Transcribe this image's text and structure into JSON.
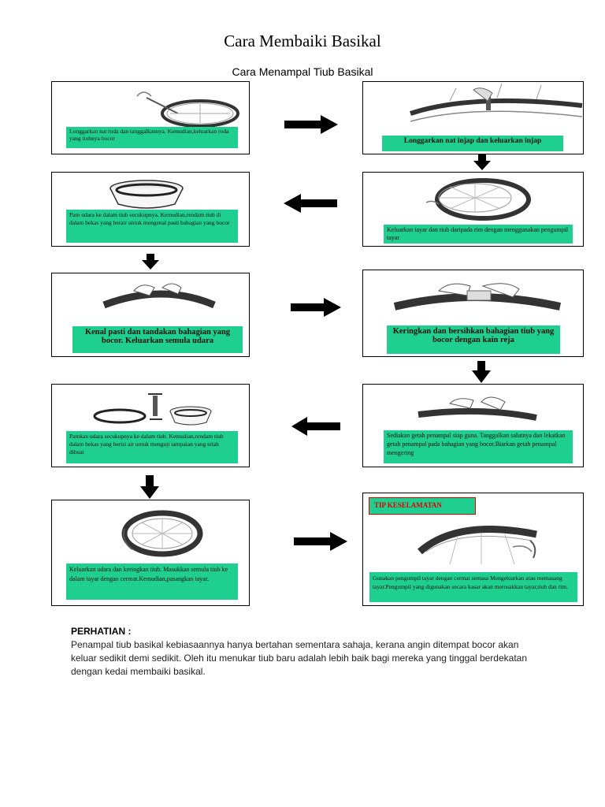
{
  "page": {
    "title": "Cara Membaiki Basikal",
    "subtitle": "Cara Menampal Tiub Basikal"
  },
  "steps": [
    {
      "caption": "Longgarkan nat roda dan tanggalkannya. Kemudian,keluarkan roda yang tiubnya bocor",
      "illustration": "wheel-icon"
    },
    {
      "caption": "Longgarkan nat injap dan keluarkan injap",
      "illustration": "valve-icon"
    },
    {
      "caption": "Keluarkan tayar dan tiub daripada rim dengan menggunakan pengumpil tayar",
      "illustration": "tyre-lever-icon"
    },
    {
      "caption": "Pam udara ke dalam tiub secukupnya. Kemudian,rendam tiub di dalam bekas yang berair untuk mengenal pasti bahagian yang bocor",
      "illustration": "basin-icon"
    },
    {
      "caption": "Kenal pasti dan tandakan bahagian yang bocor. Keluarkan semula udara",
      "illustration": "mark-leak-icon"
    },
    {
      "caption": "Keringkan dan bersihkan bahagian tiub yang bocor dengan kain reja",
      "illustration": "clean-tube-icon"
    },
    {
      "caption": "Sediakan getah penampal siap guna. Tanggalkan salutnya dan lekatkan getah penampal pada bahagian yang bocor.Biarkan getah penampal mengering",
      "illustration": "patch-icon"
    },
    {
      "caption": "Pamkan udara secukupnya ke dalam tiub. Kemudian,rendam tiub dalam bekas yang berisi air untuk menguji tampalan yang telah dibuat",
      "illustration": "pump-icon"
    },
    {
      "caption": "Keluarkan udara dan keringkan tiub. Masukkan semula tiub ke dalam tayar dengan cermat.Kemudian,pasangkan tayar.",
      "illustration": "refit-tyre-icon"
    }
  ],
  "tip": {
    "heading": "TIP KESELAMATAN",
    "caption": "Gunakan pengumpil tayar dengan cermat semasa Mengeluarkan atau memasang tayar.Pengumpil yang digunakan secara kasar akan merosakkan tayar,tiub dan rim.",
    "illustration": "safety-tyre-icon"
  },
  "notice": {
    "heading": "PERHATIAN :",
    "body": "Penampal tiub basikal kebiasaannya hanya bertahan sementara sahaja, kerana angin ditempat bocor akan keluar sedikit demi sedikit. Oleh itu menukar tiub baru adalah lebih baik bagi mereka yang tinggal berdekatan dengan kedai membaiki basikal."
  },
  "colors": {
    "caption_bg": "#1fcf8f",
    "tip_heading": "#e00000"
  }
}
